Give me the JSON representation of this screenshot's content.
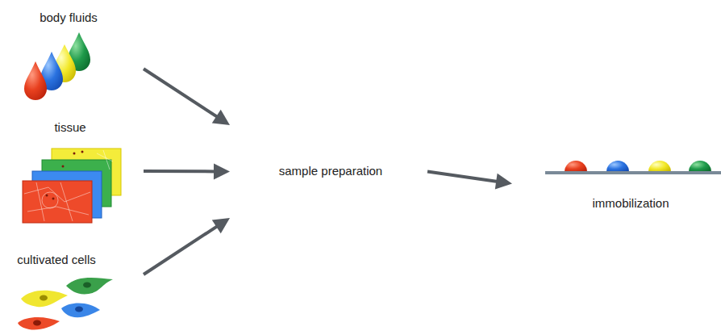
{
  "diagram": {
    "nodes": [
      {
        "text": [
          "body fluids"
        ]
      },
      {
        "text": [
          "tissue"
        ]
      },
      {
        "text": [
          "cultivated cells"
        ]
      },
      {
        "text": [
          "sample preparation"
        ]
      },
      {
        "text": [
          "immobilization"
        ]
      }
    ],
    "edges": [
      {
        "from": 0,
        "to": 3,
        "arrow": "to"
      },
      {
        "from": 1,
        "to": 3,
        "arrow": "to"
      },
      {
        "from": 2,
        "to": 3,
        "arrow": "to"
      },
      {
        "from": 3,
        "to": 4,
        "arrow": "to"
      }
    ]
  }
}
